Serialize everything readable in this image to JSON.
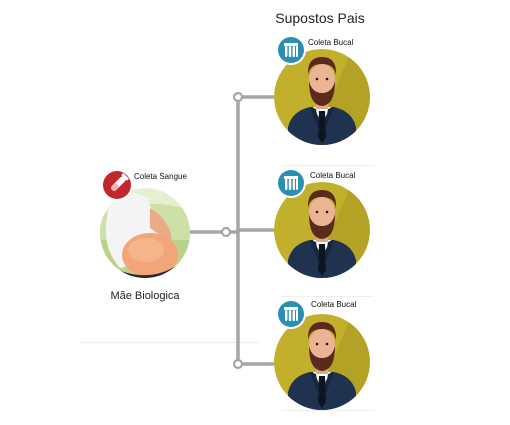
{
  "title": "Supostos Pais",
  "mother": {
    "label": "Mãe Biologica",
    "badge_label": "Coleta Sangue",
    "badge_icon": "blood-test-tube-icon",
    "badge_color": "#c0272d"
  },
  "fathers": [
    {
      "badge_label": "Coleta Bucal",
      "badge_icon": "test-tubes-icon"
    },
    {
      "badge_label": "Coleta Bucal",
      "badge_icon": "test-tubes-icon"
    },
    {
      "badge_label": "Coleta Bucal",
      "badge_icon": "test-tubes-icon"
    }
  ],
  "colors": {
    "connector": "#a6a6a6",
    "father_bg": "#c2b02c",
    "suit": "#1f3350",
    "badge_teal": "#2a8fb0"
  }
}
